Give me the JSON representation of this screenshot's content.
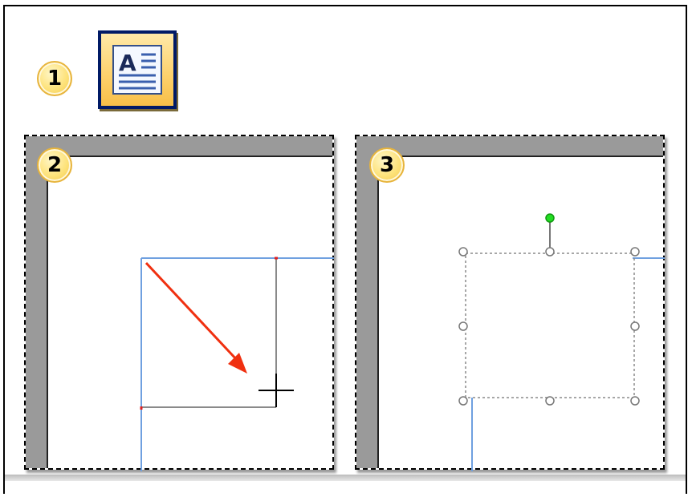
{
  "steps": {
    "step1": "1",
    "step2": "2",
    "step3": "3"
  },
  "toolbar": {
    "textbox_icon": "text-box-icon",
    "textbox_glyph": "A"
  },
  "colors": {
    "guide_blue": "#6fa0e0",
    "arrow_red": "#f03010",
    "rotate_handle": "#22dd22",
    "badge_fill": "#fde27a",
    "button_border": "#001a66"
  }
}
